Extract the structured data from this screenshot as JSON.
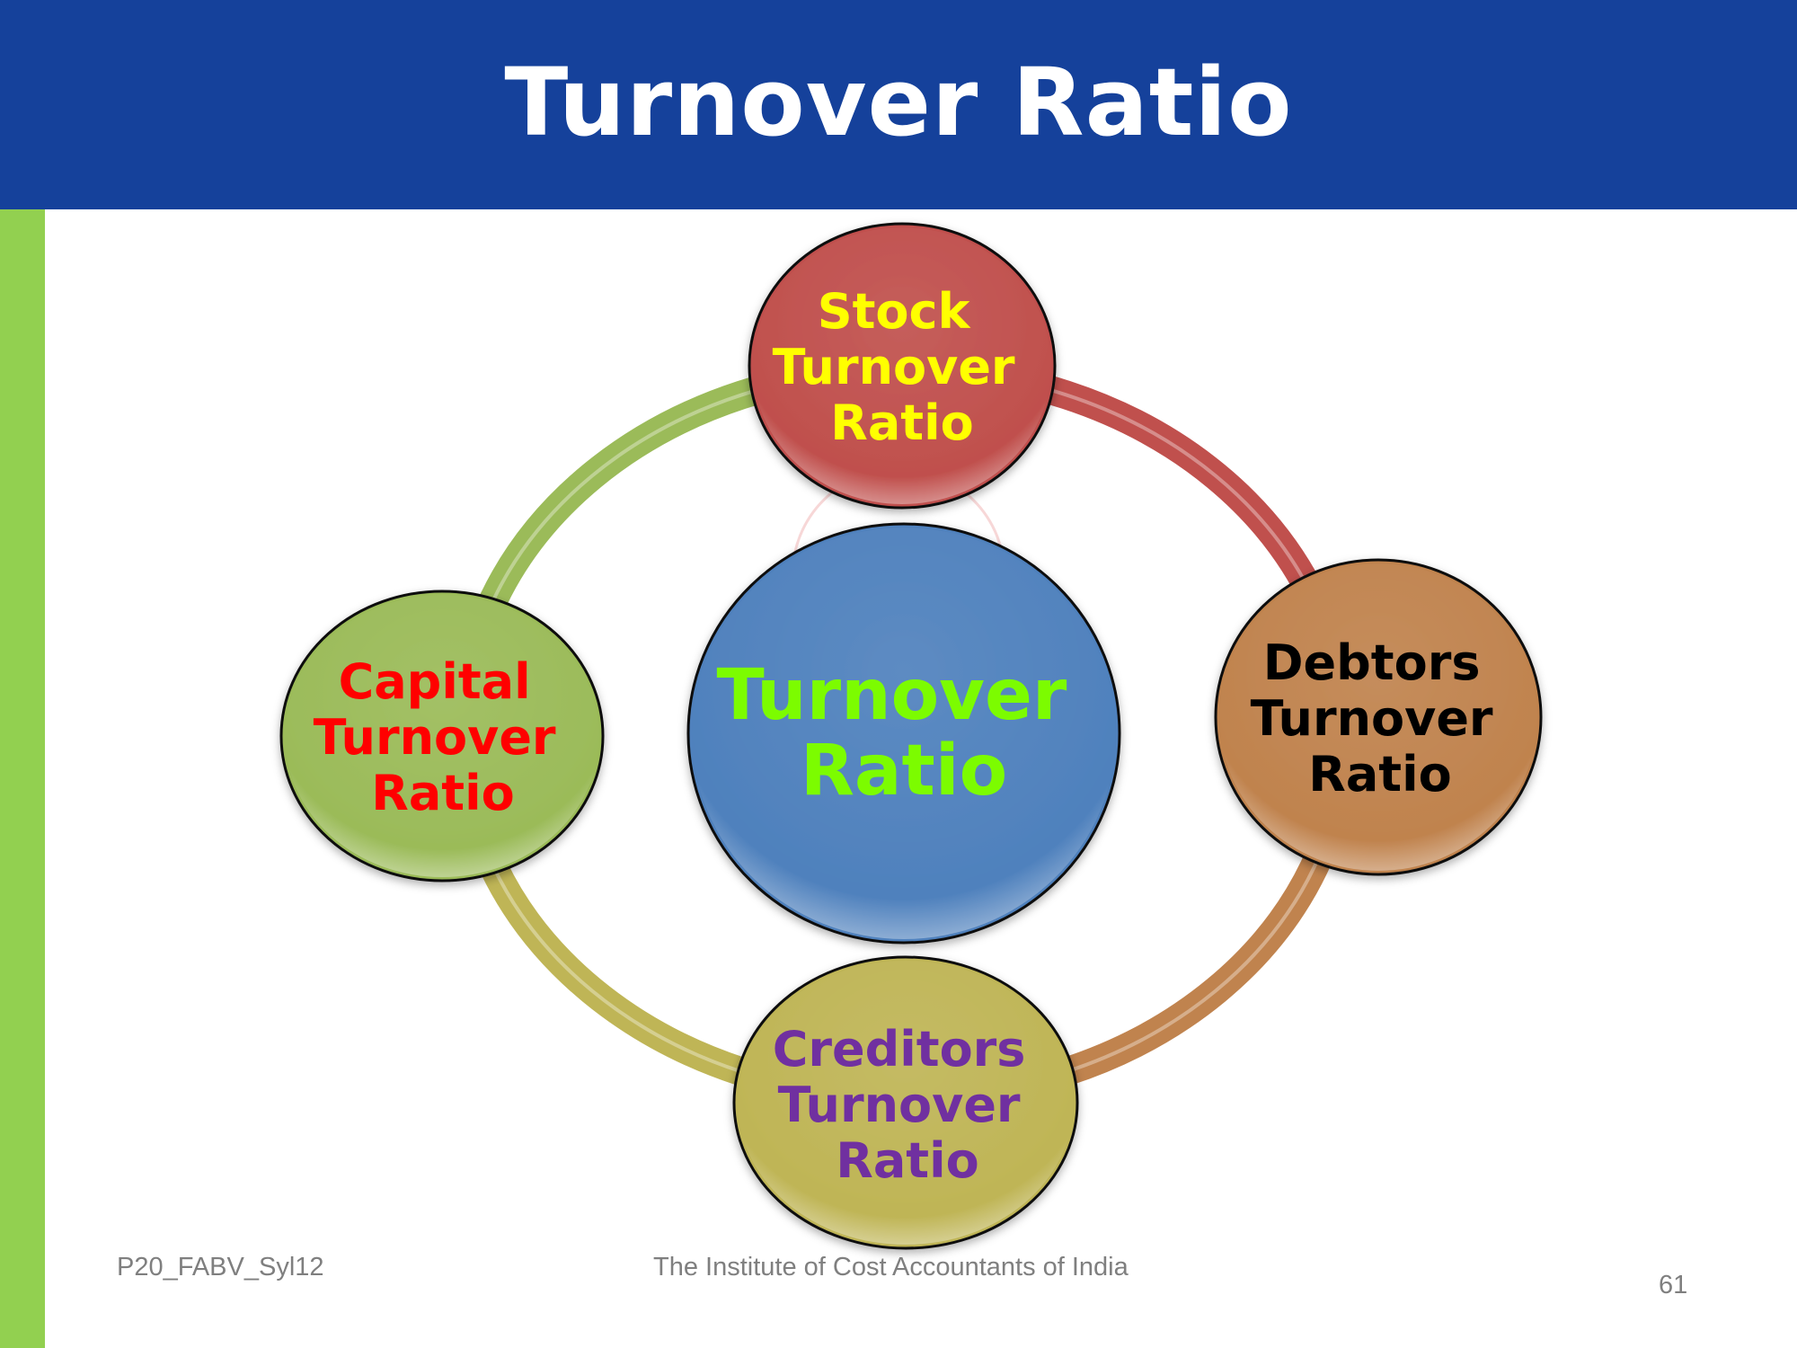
{
  "header": {
    "title": "Turnover Ratio"
  },
  "diagram": {
    "center": {
      "lines": [
        "Turnover",
        "Ratio"
      ],
      "fill": "#4F81BD",
      "text_color": "#7CFC00"
    },
    "nodes": [
      {
        "id": "stock",
        "lines": [
          "Stock",
          "Turnover",
          "Ratio"
        ],
        "fill": "#C0504D",
        "text_color": "#FFFF00"
      },
      {
        "id": "debtors",
        "lines": [
          "Debtors",
          "Turnover",
          "Ratio"
        ],
        "fill": "#C0834E",
        "text_color": "#000000"
      },
      {
        "id": "creditors",
        "lines": [
          "Creditors",
          "Turnover",
          "Ratio"
        ],
        "fill": "#BFB556",
        "text_color": "#7030A0"
      },
      {
        "id": "capital",
        "lines": [
          "Capital",
          "Turnover",
          "Ratio"
        ],
        "fill": "#9BBB59",
        "text_color": "#FF0000"
      }
    ]
  },
  "footer": {
    "code": "P20_FABV_Syl12",
    "institute": "The Institute of Cost Accountants of India",
    "page_number": "61"
  }
}
